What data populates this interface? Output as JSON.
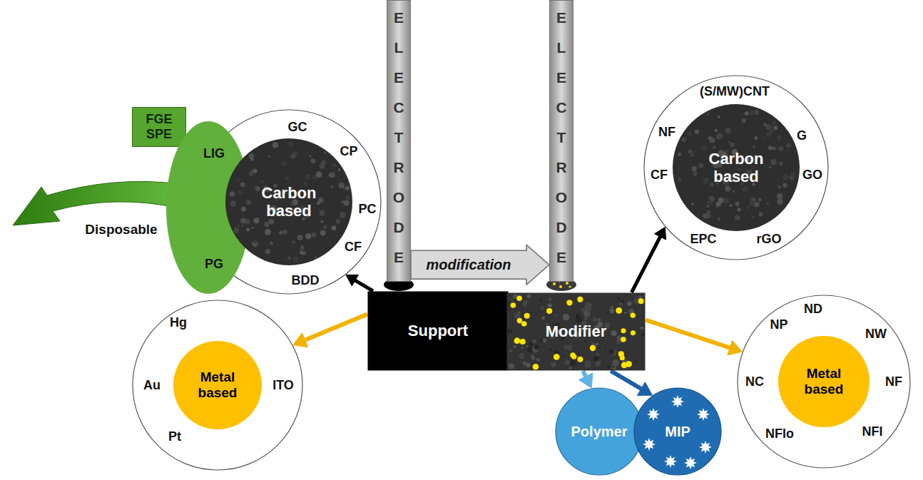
{
  "diagram": {
    "nodes": [
      {
        "text": [
          "ELECTRODE"
        ]
      },
      {
        "text": [
          "ELECTRODE"
        ]
      },
      {
        "text": [
          "FGE SPE"
        ]
      },
      {
        "text": [
          "GC",
          "CP",
          "PC",
          "CF",
          "BDD"
        ]
      },
      {
        "text": [
          "LIG",
          "PG"
        ]
      },
      {
        "text": [
          "Carbon based"
        ],
        "in": 3
      },
      {
        "text": [
          "Support"
        ]
      },
      {
        "text": [
          "Hg",
          "Au",
          "ITO",
          "Pt"
        ]
      },
      {
        "text": [
          "Metal based"
        ],
        "in": 7
      },
      {
        "text": [
          "(S/MW)CNT",
          "G",
          "GO",
          "rGO",
          "EPC",
          "CF",
          "NF"
        ]
      },
      {
        "text": [
          "Carbon based"
        ],
        "in": 9
      },
      {
        "text": [
          "Modifier"
        ]
      },
      {
        "text": [
          "NP",
          "ND",
          "NW",
          "NF",
          "NFI",
          "NFlo",
          "NC"
        ]
      },
      {
        "text": [
          "Metal based"
        ],
        "in": 12
      },
      {
        "text": [
          "Polymer"
        ]
      },
      {
        "text": [
          "MIP"
        ]
      }
    ],
    "edges": [
      {
        "from": 0,
        "to": 1,
        "label": "modification",
        "arrow": "to"
      },
      {
        "from": 6,
        "to": 3,
        "arrow": "to"
      },
      {
        "from": 6,
        "to": 7,
        "arrow": "to"
      },
      {
        "from": 11,
        "to": 9,
        "arrow": "to"
      },
      {
        "from": 11,
        "to": 12,
        "arrow": "to"
      },
      {
        "from": 11,
        "to": 14,
        "arrow": "to"
      },
      {
        "from": 11,
        "to": 15,
        "arrow": "to"
      }
    ],
    "labels": [
      "Disposable"
    ]
  }
}
